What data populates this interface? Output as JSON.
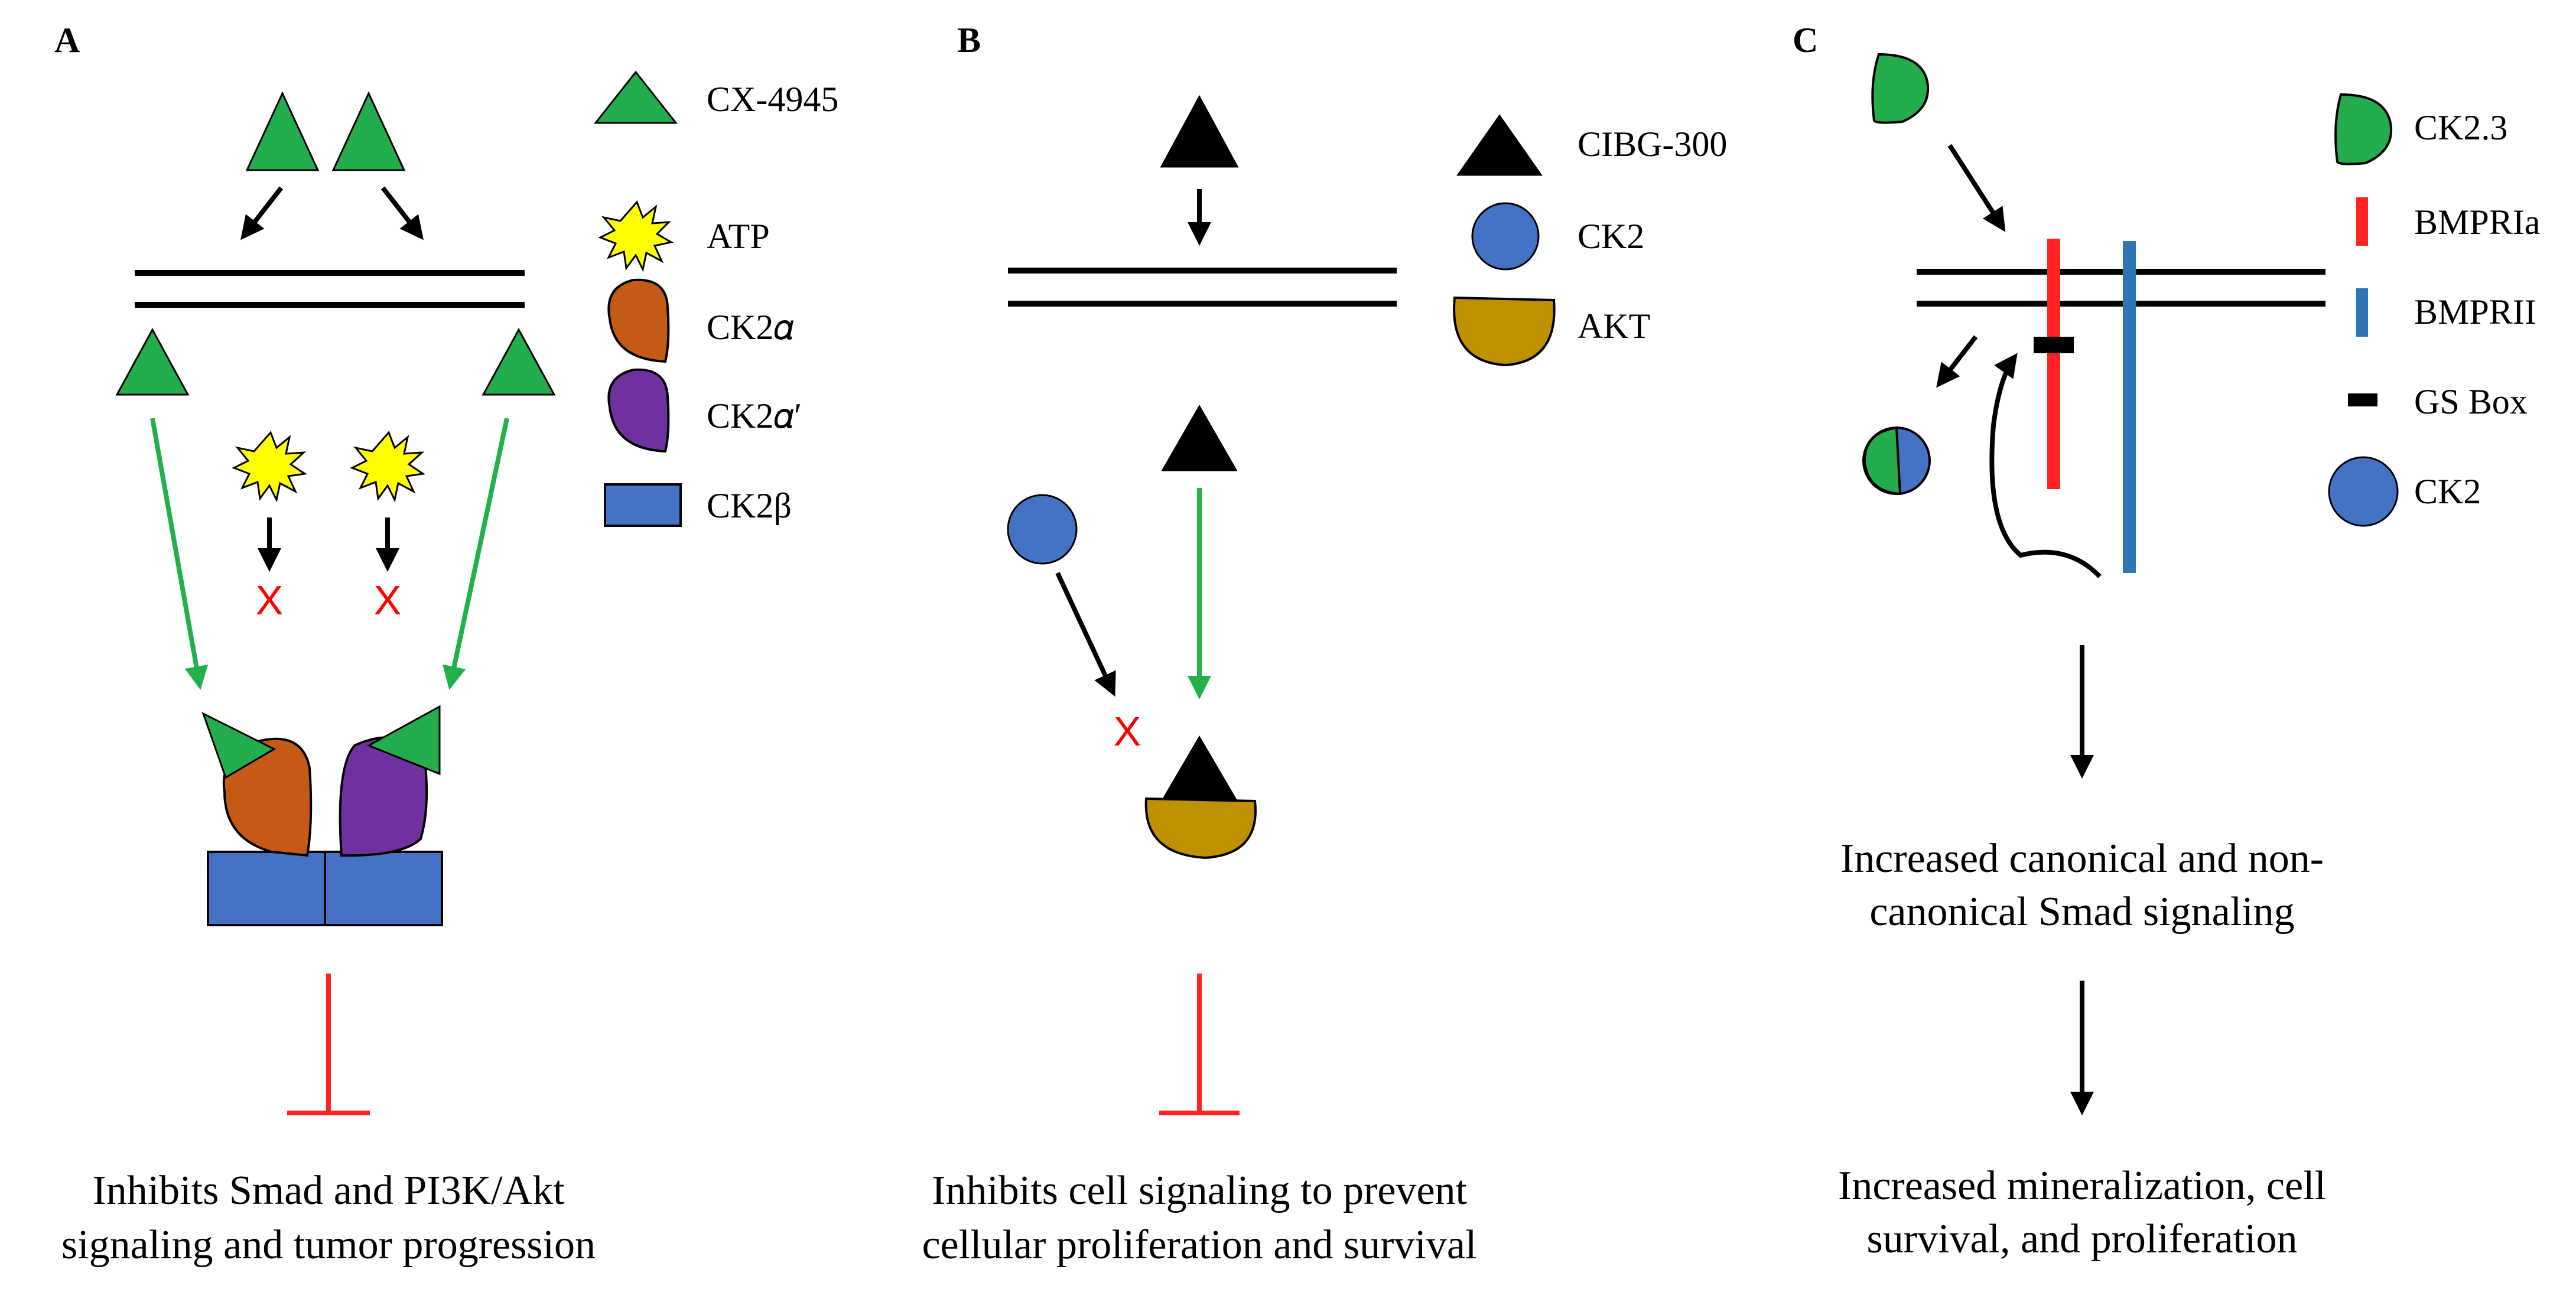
{
  "colors": {
    "green": "#23ad4d",
    "orange": "#c55a16",
    "purple": "#7030a0",
    "blue": "#4472c4",
    "gold": "#bf9000",
    "red": "#ff0000",
    "yellow": "#ffff00",
    "barRed": "#ff2222",
    "barBlue": "#2e75b6",
    "arrowGreen": "#22b04a",
    "black": "#000000"
  },
  "panelA": {
    "letter": "A",
    "legend": [
      {
        "icon": "triangle-icon",
        "label": "CX-4945"
      },
      {
        "icon": "starburst-icon",
        "label": "ATP"
      },
      {
        "icon": "teardrop-orange-icon",
        "label": "CK2𝛼"
      },
      {
        "icon": "teardrop-purple-icon",
        "label": "CK2𝛼′"
      },
      {
        "icon": "rectangle-icon",
        "label": "CK2β"
      }
    ],
    "x_mark": "X",
    "caption": [
      "Inhibits Smad and PI3K/Akt",
      "signaling and tumor progression"
    ]
  },
  "panelB": {
    "letter": "B",
    "legend": [
      {
        "icon": "triangle-icon",
        "label": "CIBG-300"
      },
      {
        "icon": "circle-icon",
        "label": "CK2"
      },
      {
        "icon": "half-circle-icon",
        "label": "AKT"
      }
    ],
    "x_mark": "X",
    "caption": [
      "Inhibits cell signaling to prevent",
      "cellular proliferation and survival"
    ]
  },
  "panelC": {
    "letter": "C",
    "legend": [
      {
        "icon": "quarter-shape-icon",
        "label": "CK2.3"
      },
      {
        "icon": "red-bar-icon",
        "label": "BMPRIa"
      },
      {
        "icon": "blue-bar-icon",
        "label": "BMPRII"
      },
      {
        "icon": "gs-box-icon",
        "label": "GS Box"
      },
      {
        "icon": "circle-icon",
        "label": "CK2"
      }
    ],
    "caption1": [
      "Increased canonical and non-",
      "canonical Smad signaling"
    ],
    "caption2": [
      "Increased mineralization, cell",
      "survival, and proliferation"
    ]
  }
}
